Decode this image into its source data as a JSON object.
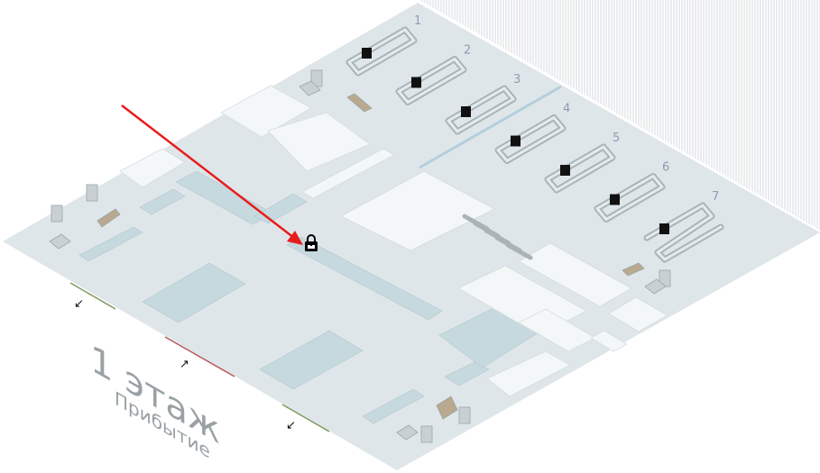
{
  "floor": {
    "title": "1 этаж",
    "subtitle": "Прибытие"
  },
  "carousels": [
    "1",
    "2",
    "3",
    "4",
    "5",
    "6",
    "7"
  ],
  "icons": {
    "lock": "luggage-lock-icon",
    "pointer": "red-arrow"
  },
  "colors": {
    "floor": "#dfe6e9",
    "zone": "#c6d9de",
    "pointer": "#e81c1c",
    "exit_green": "#7d9a5a",
    "exit_red": "#b85a5f"
  }
}
